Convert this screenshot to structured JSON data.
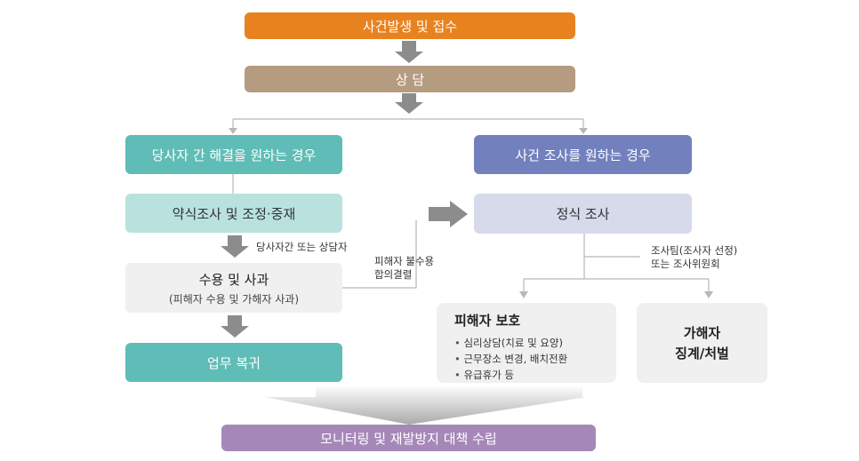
{
  "nodes": {
    "occurrence": "사건발생 및 접수",
    "consult": "상 담",
    "mutual_resolution": "당사자 간 해결을 원하는 경우",
    "investigation_wanted": "사건 조사를 원하는 경우",
    "informal": "약식조사 및 조정·중재",
    "formal": "정식 조사",
    "accept": "수용 및 사과",
    "accept_sub": "(피해자 수용 및 가해자 사과)",
    "return": "업무 복귀",
    "victim_protect": {
      "title": "피해자 보호",
      "items": [
        "심리상담(치료 및 요양)",
        "근무장소 변경, 배치전환",
        "유급휴가 등"
      ]
    },
    "discipline_line1": "가해자",
    "discipline_line2": "징계/처벌",
    "monitoring": "모니터링 및 재발방지 대책 수립"
  },
  "labels": {
    "between_parties": "당사자간 또는 상담자",
    "rejected_line1": "피해자 불수용",
    "rejected_line2": "합의결렬",
    "team_line1": "조사팀(조사자 선정)",
    "team_line2": "또는 조사위원회"
  },
  "colors": {
    "orange": "#e8821f",
    "tan": "#b59b80",
    "teal": "#5fbcb6",
    "teal_light": "#b9e2de",
    "blue": "#7281bd",
    "blue_light": "#d6daeb",
    "gray_box": "#f0f0f0",
    "purple": "#a688b8",
    "arrow_gray": "#8c8c8c",
    "line_gray": "#b8b8b8"
  }
}
